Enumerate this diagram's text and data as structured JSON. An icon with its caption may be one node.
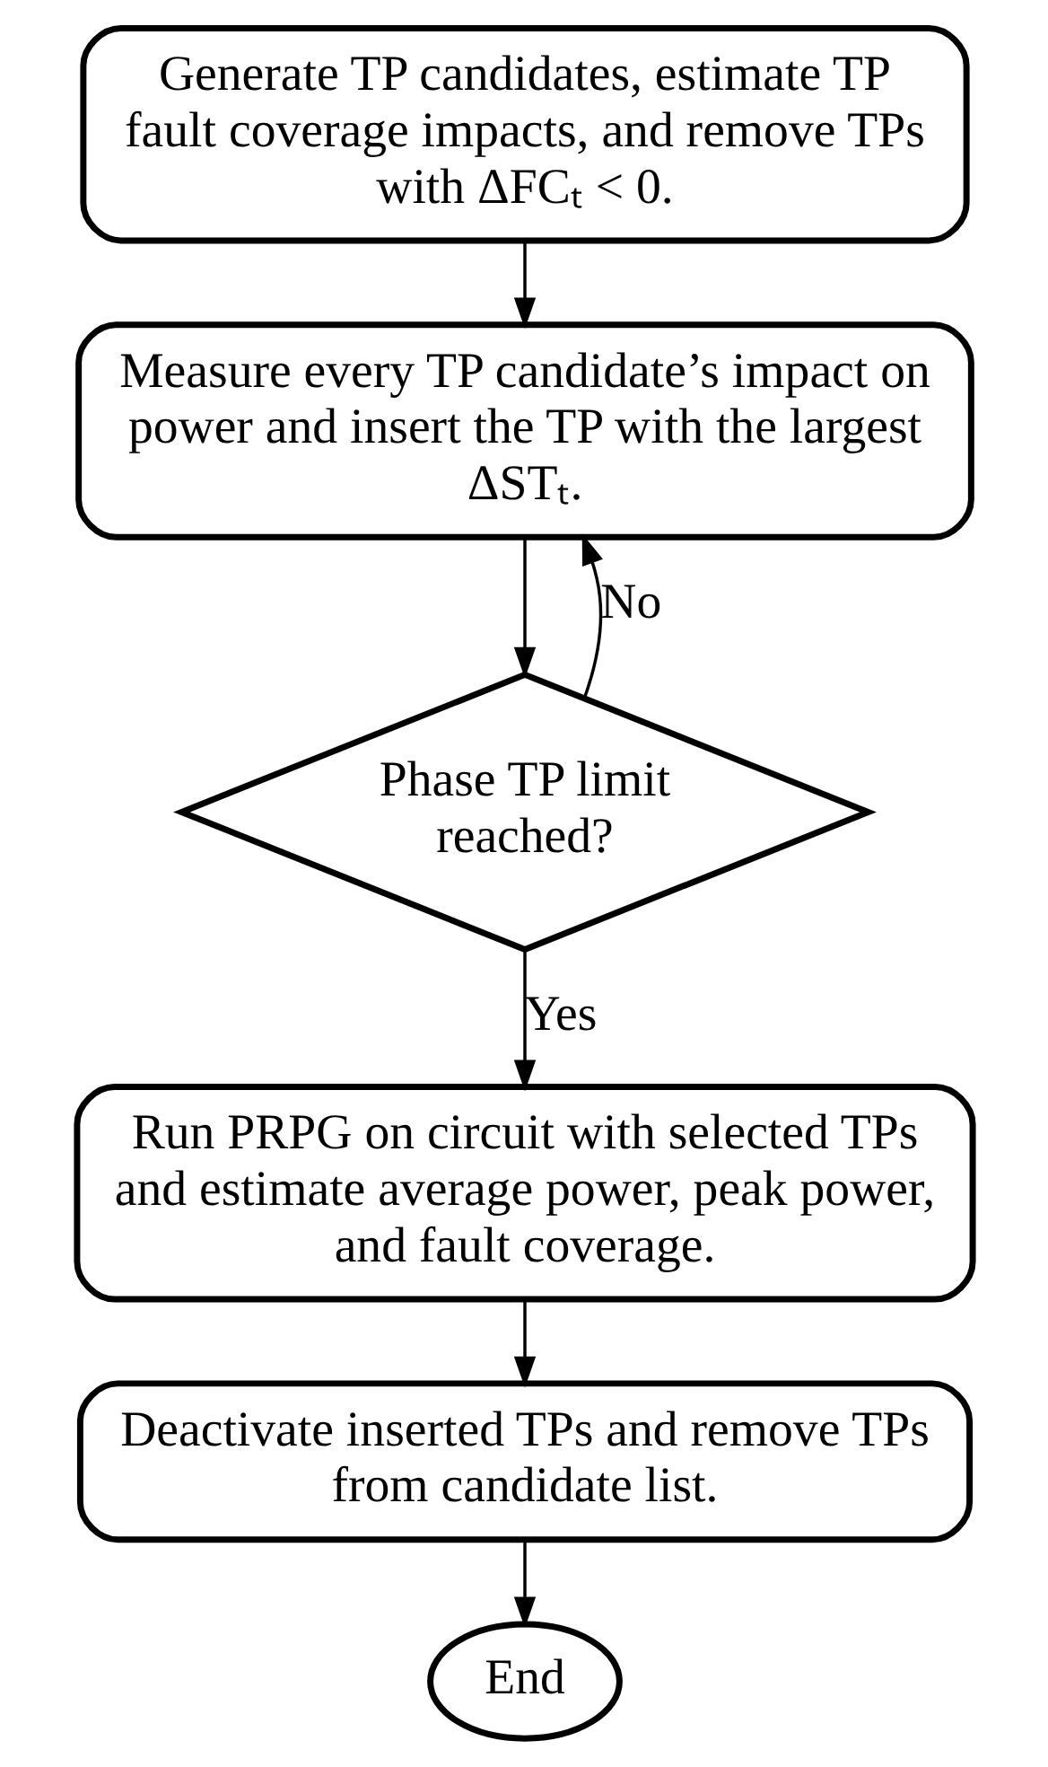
{
  "diagram": {
    "nodes": [
      {
        "text": [
          "Generate TP candidates, estimate TP fault coverage impacts, and remove TPs with ΔFCₜ < 0."
        ]
      },
      {
        "text": [
          "Measure every TP candidate’s impact on power and insert the TP with the largest ΔSTₜ."
        ]
      },
      {
        "text": [
          "Phase TP limit reached?"
        ]
      },
      {
        "text": [
          "Run PRPG on circuit with selected TPs and estimate average power, peak power, and fault coverage."
        ]
      },
      {
        "text": [
          "Deactivate inserted TPs and remove TPs from candidate list."
        ]
      },
      {
        "text": [
          "End"
        ]
      }
    ],
    "edges": [
      {
        "from": 0,
        "to": 1,
        "arrow": "to"
      },
      {
        "from": 1,
        "to": 2,
        "arrow": "to"
      },
      {
        "from": 2,
        "to": 1,
        "arrow": "to",
        "label": "No"
      },
      {
        "from": 2,
        "to": 3,
        "arrow": "to",
        "label": "Yes"
      },
      {
        "from": 3,
        "to": 4,
        "arrow": "to"
      },
      {
        "from": 4,
        "to": 5,
        "arrow": "to"
      }
    ]
  }
}
